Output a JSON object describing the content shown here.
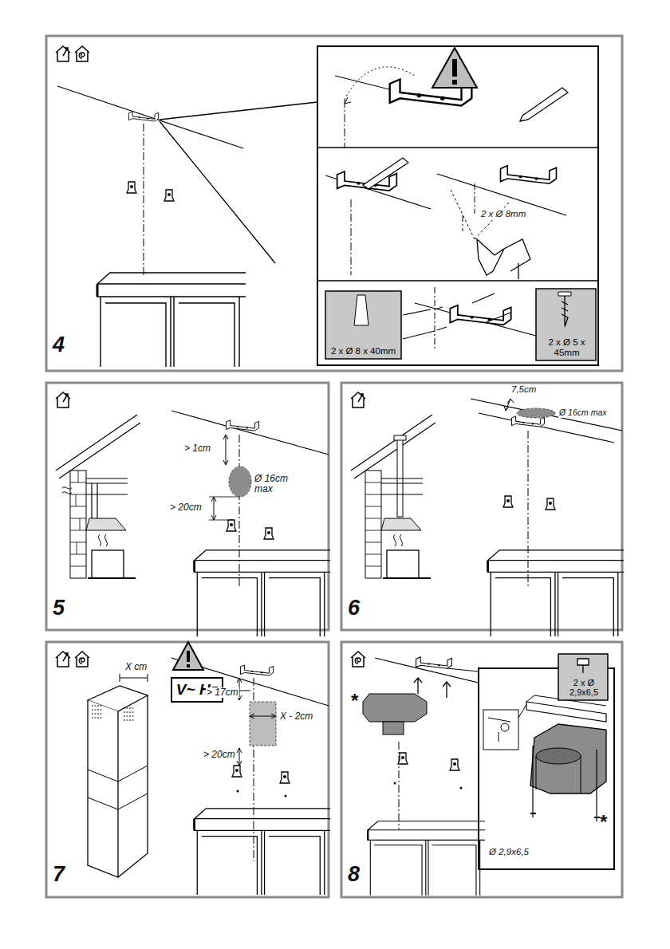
{
  "diagram": {
    "nodes": [
      {
        "text": [
          "2 x Ø 8 x 40mm"
        ]
      },
      {
        "text": [
          "2 x Ø 5 x 45mm"
        ]
      },
      {
        "text": [
          "V~ Hz"
        ]
      },
      {
        "text": [
          "2 x Ø 2,9x6,5"
        ]
      }
    ],
    "labels": [
      "4",
      "2 x Ø 8mm",
      "> 1cm",
      "Ø 16cm max",
      "> 20cm",
      "5",
      "7,5cm",
      "Ø 16cm max",
      "6",
      "X cm",
      "> 17cm",
      "X - 2cm",
      "> 20cm",
      "7",
      "*",
      "*",
      "Ø 2,9x6,5",
      "8"
    ]
  }
}
